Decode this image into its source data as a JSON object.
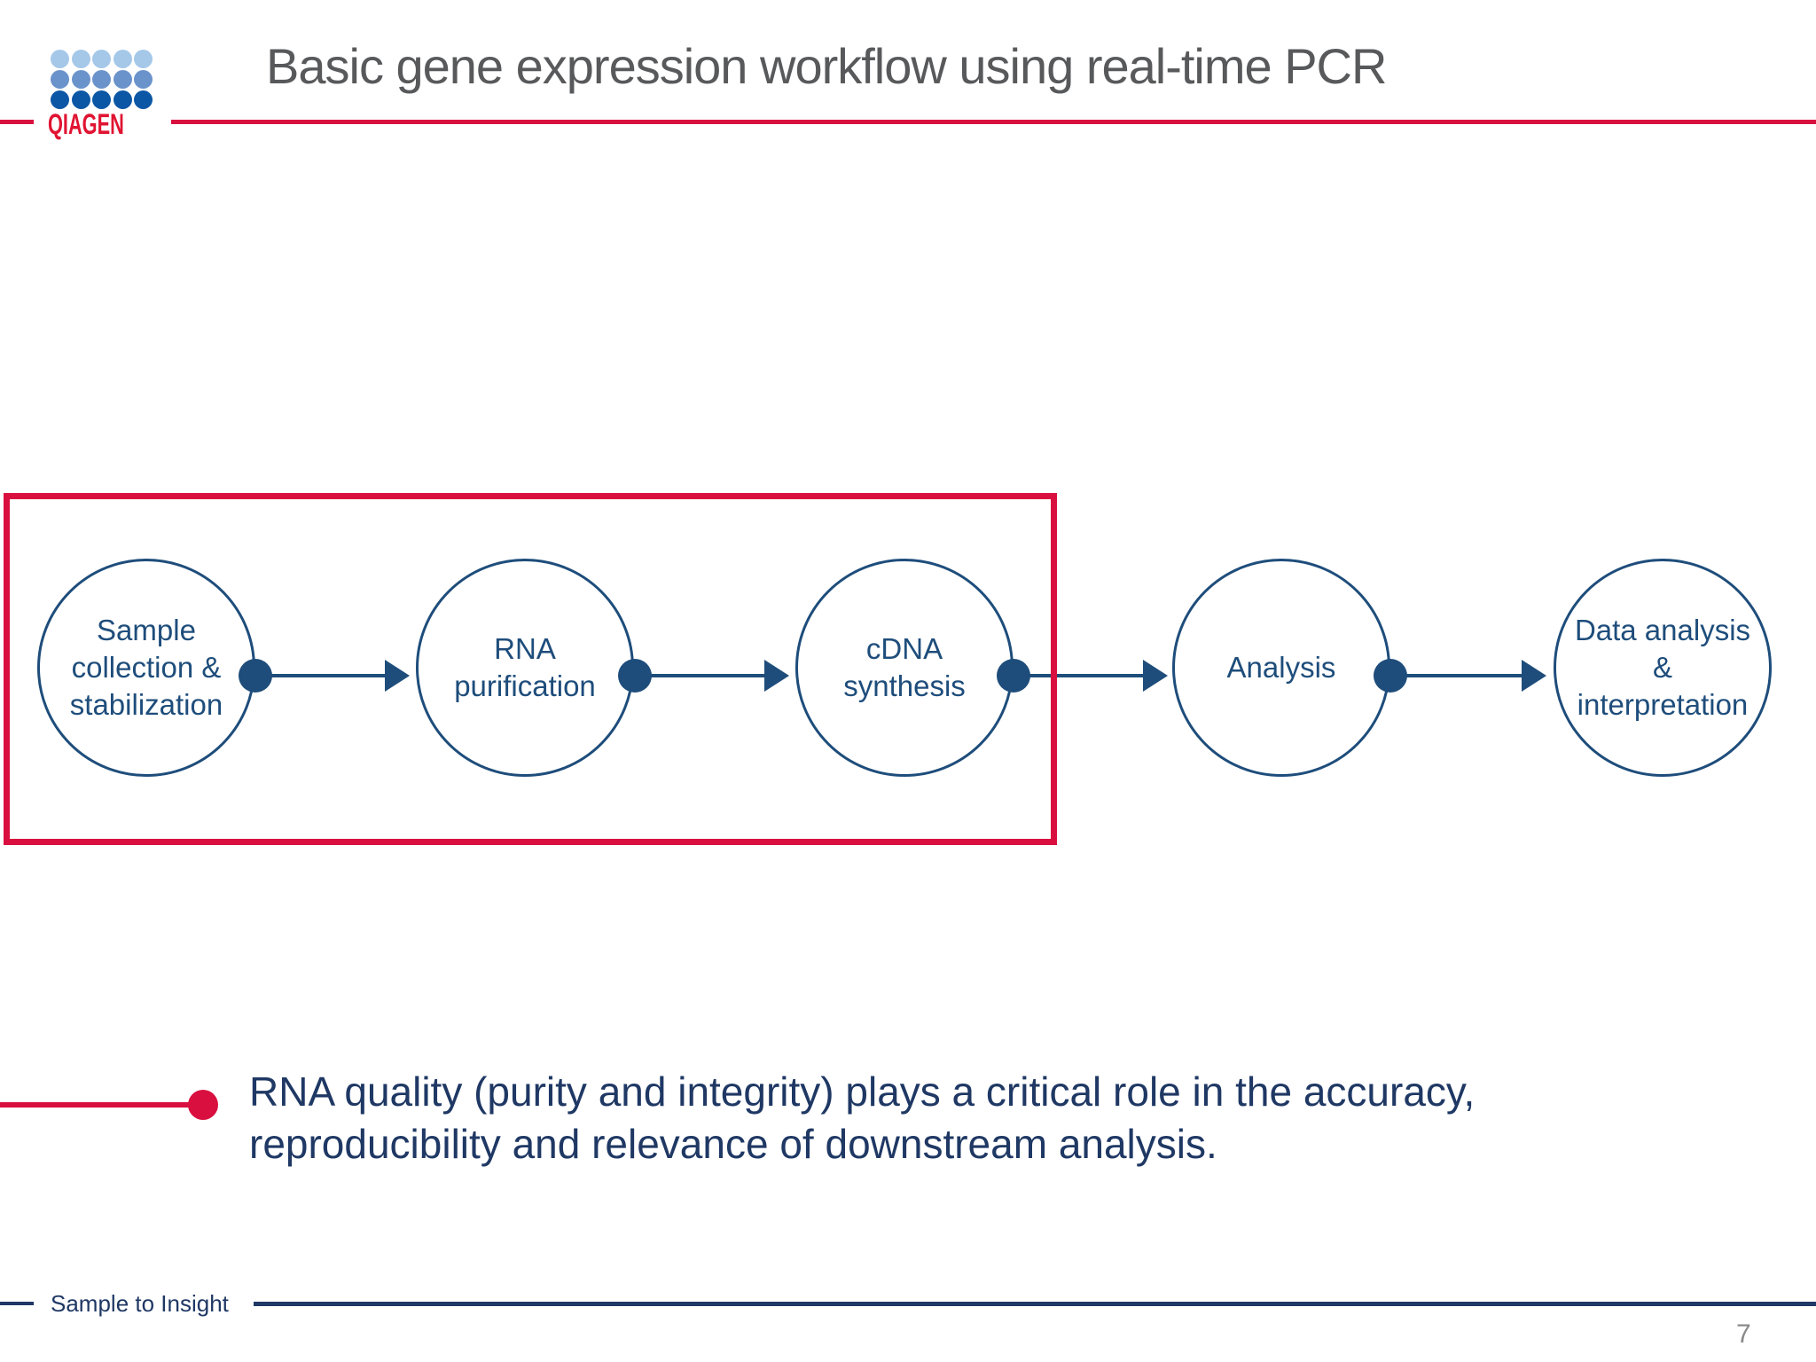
{
  "slide": {
    "title": "Basic gene expression workflow using real-time PCR",
    "tagline": "Sample to Insight",
    "page_number": "7"
  },
  "logo": {
    "brand": "QIAGEN",
    "dots_per_row": 5,
    "dot_rows": [
      {
        "color": "#a5c8e9"
      },
      {
        "color": "#6b93cb"
      },
      {
        "color": "#0c57a5"
      }
    ]
  },
  "workflow": {
    "steps": [
      {
        "label": "Sample\ncollection &\nstabilization",
        "highlighted": true
      },
      {
        "label": "RNA\npurification",
        "highlighted": true
      },
      {
        "label": "cDNA\nsynthesis",
        "highlighted": true
      },
      {
        "label": "Analysis",
        "highlighted": false
      },
      {
        "label": "Data analysis\n&\ninterpretation",
        "highlighted": false
      }
    ]
  },
  "key_message": "RNA quality (purity and integrity) plays a critical role in the accuracy,\nreproducibility and relevance of downstream analysis.",
  "colors": {
    "brand_red": "#d9103f",
    "logo_red": "#e01432",
    "navy": "#1e4d7b",
    "text_navy": "#1f3864",
    "title_gray": "#58595b",
    "page_gray": "#8a8a8a"
  }
}
